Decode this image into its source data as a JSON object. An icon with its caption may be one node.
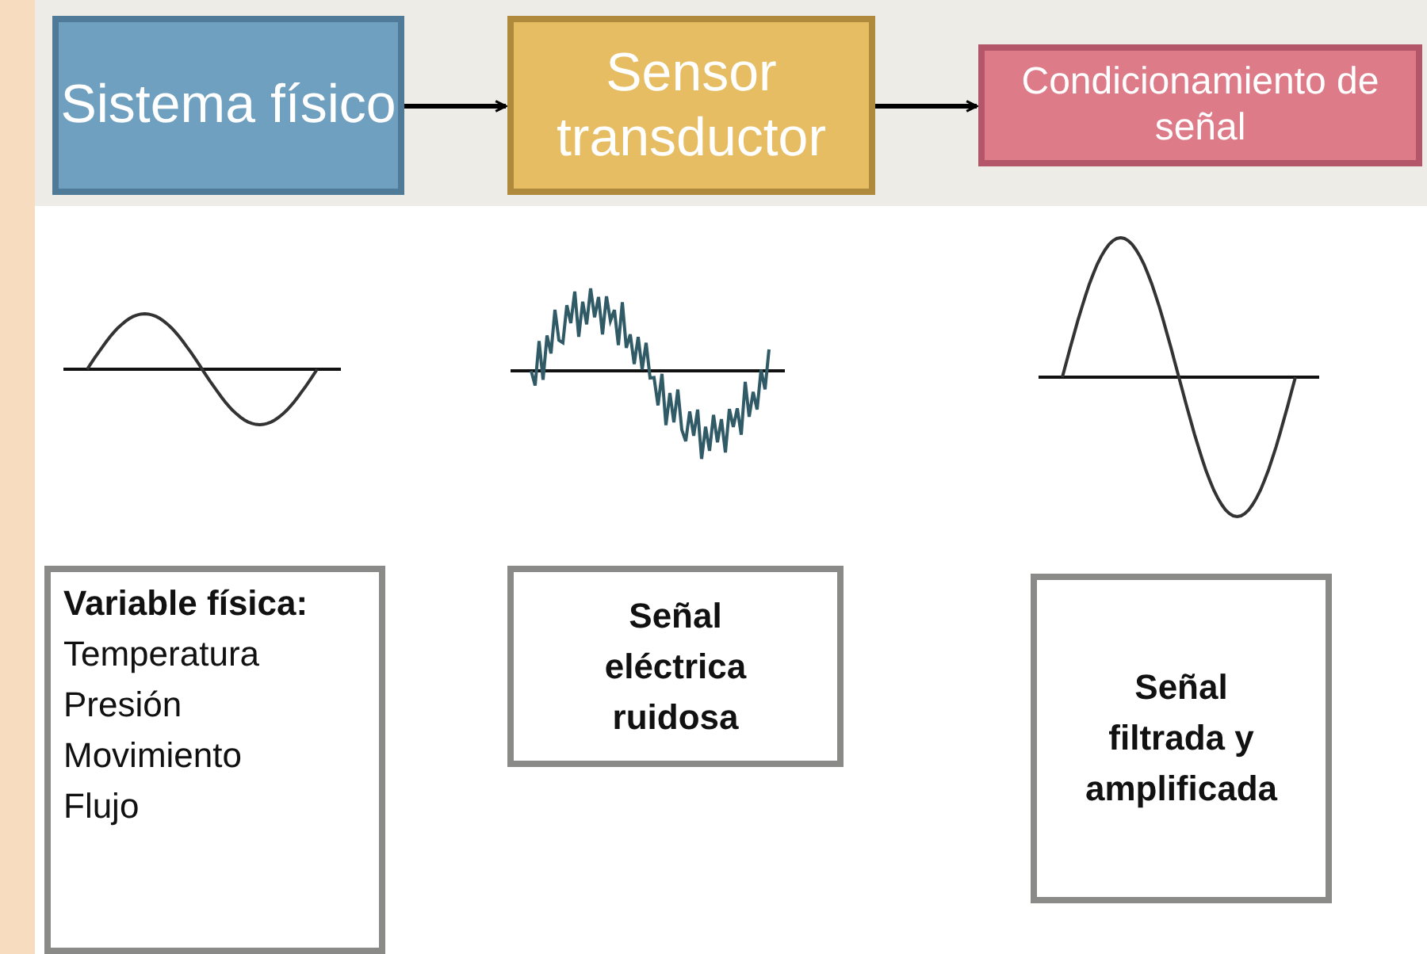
{
  "diagram": {
    "nodes": [
      {
        "text": [
          "Sistema físico"
        ]
      },
      {
        "text": [
          "Sensor transductor"
        ]
      },
      {
        "text": [
          "Condicionamiento de señal"
        ]
      },
      {
        "text": [
          "Variable física:",
          "Temperatura",
          "Presión",
          "Movimiento",
          "Flujo"
        ]
      },
      {
        "text": [
          "Señal eléctrica ruidosa"
        ]
      },
      {
        "text": [
          "Señal filtrada y amplificada"
        ]
      }
    ],
    "edges": [
      {
        "from": 0,
        "to": 1,
        "arrow": "to"
      },
      {
        "from": 1,
        "to": 2,
        "arrow": "to"
      }
    ]
  }
}
